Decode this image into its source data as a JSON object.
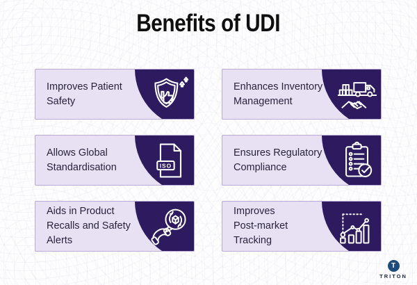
{
  "title": "Benefits of UDI",
  "cards": [
    {
      "label": "Improves Patient\nSafety",
      "icon": "shield-thumbs-up-icon"
    },
    {
      "label": "Enhances Inventory\nManagement",
      "icon": "truck-boxes-handshake-icon"
    },
    {
      "label": "Allows Global\nStandardisation",
      "icon": "iso-document-icon"
    },
    {
      "label": "Ensures Regulatory\nCompliance",
      "icon": "clipboard-checklist-icon"
    },
    {
      "label": "Aids in Product\nRecalls and Safety\nAlerts",
      "icon": "phone-recall-bubble-icon"
    },
    {
      "label": "Improves\nPost-market\nTracking",
      "icon": "bar-chart-tracking-icon"
    }
  ],
  "iso_badge_text": "ISO",
  "logo": {
    "name": "TRITON",
    "monogram": "T",
    "tagline": "- -- · -- -"
  },
  "colors": {
    "accent_purple": "#2E1A5E",
    "card_bg": "#E8E1F4",
    "card_border": "#B9ABD6",
    "title_text": "#0F0F0F",
    "card_text": "#29233D",
    "logo_navy": "#1D4C7C"
  }
}
